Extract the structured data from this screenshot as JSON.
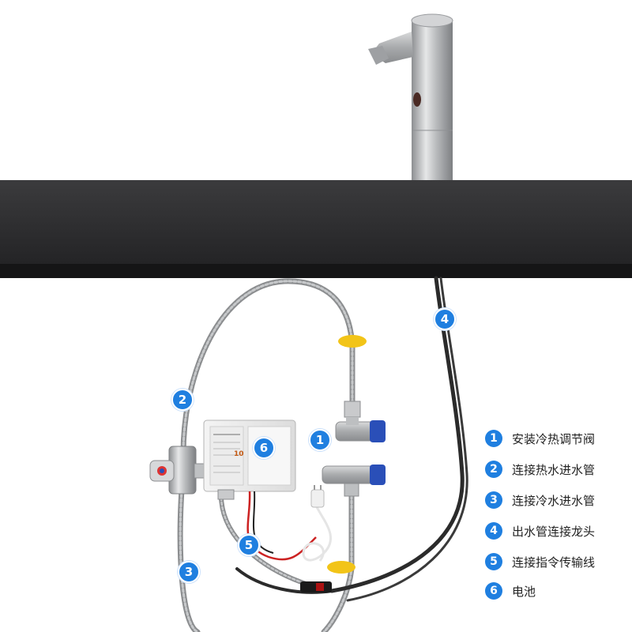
{
  "accent_color": "#1f7fe0",
  "callouts": [
    "1",
    "2",
    "3",
    "4",
    "5",
    "6"
  ],
  "legend": [
    {
      "num": "1",
      "text": "安装冷热调节阀"
    },
    {
      "num": "2",
      "text": "连接热水进水管"
    },
    {
      "num": "3",
      "text": "连接冷水进水管"
    },
    {
      "num": "4",
      "text": "出水管连接龙头"
    },
    {
      "num": "5",
      "text": "连接指令传输线"
    },
    {
      "num": "6",
      "text": "电池"
    }
  ],
  "battery_label": "10"
}
